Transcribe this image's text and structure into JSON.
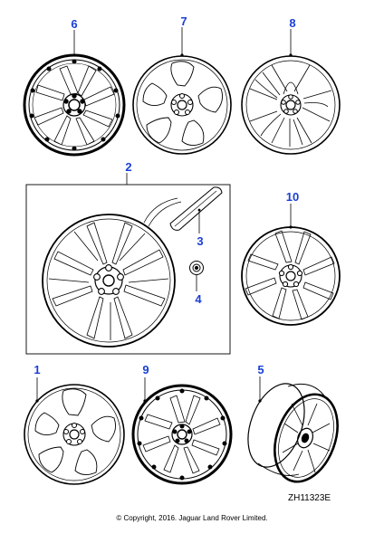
{
  "diagram": {
    "callouts": [
      {
        "id": "c6",
        "label": "6"
      },
      {
        "id": "c7",
        "label": "7"
      },
      {
        "id": "c8",
        "label": "8"
      },
      {
        "id": "c2",
        "label": "2"
      },
      {
        "id": "c10",
        "label": "10"
      },
      {
        "id": "c3",
        "label": "3"
      },
      {
        "id": "c4",
        "label": "4"
      },
      {
        "id": "c1",
        "label": "1"
      },
      {
        "id": "c9",
        "label": "9"
      },
      {
        "id": "c5",
        "label": "5"
      }
    ],
    "reference_code": "ZH11323E",
    "copyright": "© Copyright, 2016. Jaguar Land Rover Limited.",
    "callout_color": "#1a3fd6"
  }
}
